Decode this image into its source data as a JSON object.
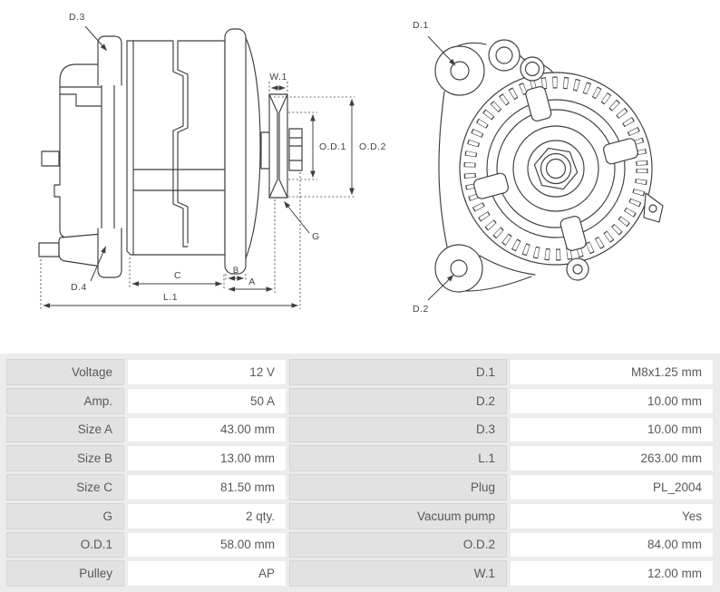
{
  "diagram": {
    "labels": {
      "d1": "D.1",
      "d2": "D.2",
      "d3": "D.3",
      "d4": "D.4",
      "w1": "W.1",
      "od1": "O.D.1",
      "od2": "O.D.2",
      "g": "G",
      "a": "A",
      "b": "B",
      "c": "C",
      "l1": "L.1"
    }
  },
  "table": {
    "rows": [
      {
        "l1": "Voltage",
        "v1": "12 V",
        "l2": "D.1",
        "v2": "M8x1.25 mm"
      },
      {
        "l1": "Amp.",
        "v1": "50 A",
        "l2": "D.2",
        "v2": "10.00 mm"
      },
      {
        "l1": "Size A",
        "v1": "43.00 mm",
        "l2": "D.3",
        "v2": "10.00 mm"
      },
      {
        "l1": "Size B",
        "v1": "13.00 mm",
        "l2": "L.1",
        "v2": "263.00 mm"
      },
      {
        "l1": "Size C",
        "v1": "81.50 mm",
        "l2": "Plug",
        "v2": "PL_2004"
      },
      {
        "l1": "G",
        "v1": "2 qty.",
        "l2": "Vacuum pump",
        "v2": "Yes"
      },
      {
        "l1": "O.D.1",
        "v1": "58.00 mm",
        "l2": "O.D.2",
        "v2": "84.00 mm"
      },
      {
        "l1": "Pulley",
        "v1": "AP",
        "l2": "W.1",
        "v2": "12.00 mm"
      }
    ]
  },
  "colors": {
    "line": "#3d3d3d",
    "table_bg": "#ececec",
    "label_cell": "#e2e2e2",
    "value_cell": "#ffffff",
    "cell_border": "#d5d5d5",
    "text": "#58595b"
  }
}
